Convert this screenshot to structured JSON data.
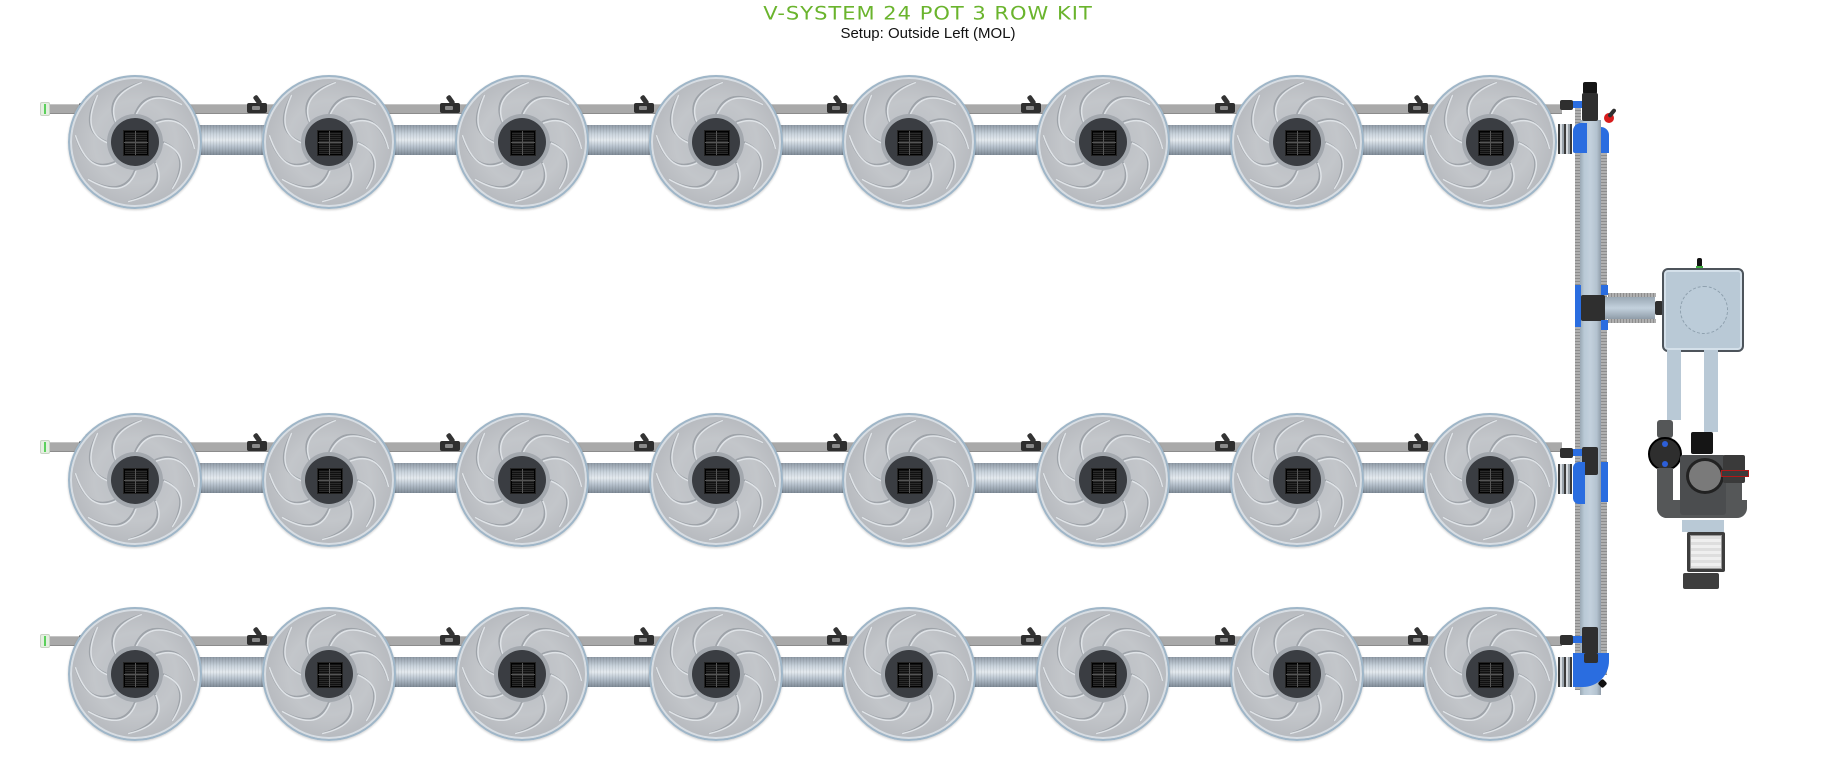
{
  "header": {
    "title": "V-SYSTEM 24 POT 3 ROW KIT",
    "subtitle": "Setup: Outside Left (MOL)"
  },
  "colors": {
    "title_green": "#6ab42d",
    "fitting_blue": "#2a6de0",
    "fitting_black": "#2f2f2f",
    "valve_red": "#d71c1c",
    "pot_grey": "#c3c6ca",
    "tank_blue_grey": "#b9c9d6"
  },
  "layout": {
    "pots_per_row": 8,
    "rows": 3,
    "total_pots": 24,
    "setup": "Outside Left (MOL)"
  },
  "rows": [
    {
      "id": "row-1",
      "pots": [
        "pot-1",
        "pot-2",
        "pot-3",
        "pot-4",
        "pot-5",
        "pot-6",
        "pot-7",
        "pot-8"
      ]
    },
    {
      "id": "row-2",
      "pots": [
        "pot-9",
        "pot-10",
        "pot-11",
        "pot-12",
        "pot-13",
        "pot-14",
        "pot-15",
        "pot-16"
      ]
    },
    {
      "id": "row-3",
      "pots": [
        "pot-17",
        "pot-18",
        "pot-19",
        "pot-20",
        "pot-21",
        "pot-22",
        "pot-23",
        "pot-24"
      ]
    }
  ],
  "components": {
    "pot_icon": "pot-icon",
    "end_cap_icon": "end-cap-icon",
    "drip_valve_icon": "drip-valve-icon",
    "riser_pipe": "riser-pipe",
    "tee_fitting_icon": "tee-fitting-icon",
    "elbow_fitting_icon": "elbow-fitting-icon",
    "drain_valve_icon": "drain-valve-icon",
    "reservoir_tank_icon": "reservoir-tank-icon",
    "pump_icon": "pump-icon",
    "controller_icon": "controller-icon"
  }
}
